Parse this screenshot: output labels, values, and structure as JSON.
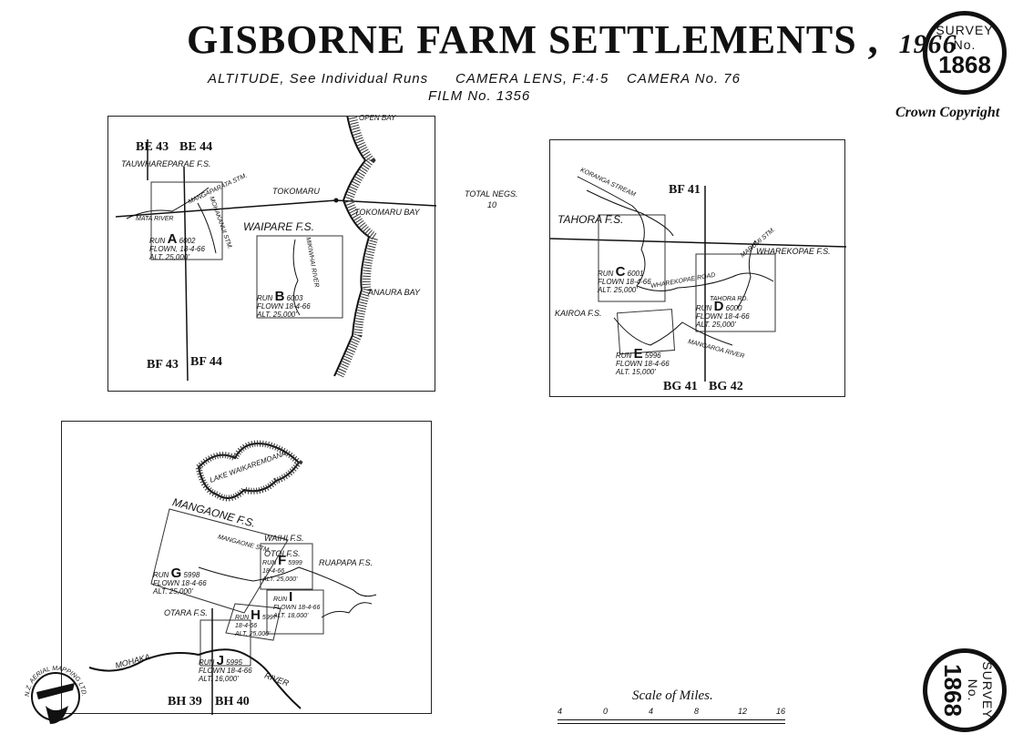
{
  "title": {
    "main": "GISBORNE FARM SETTLEMENTS",
    "comma": ",",
    "year": "1966"
  },
  "subtitle": {
    "altitude": "ALTITUDE, See Individual Runs",
    "camera_lens": "CAMERA LENS, F:4·5",
    "camera_no": "CAMERA No. 76",
    "film": "FILM No. 1356"
  },
  "seal_top": {
    "word1": "SURVEY",
    "word2": "No.",
    "number": "1868"
  },
  "seal_bottom": {
    "word1": "SURVEY",
    "word2": "No.",
    "number": "1868"
  },
  "copyright": "Crown Copyright",
  "total_negs": {
    "label": "TOTAL NEGS.",
    "value": "10"
  },
  "map1": {
    "grid": {
      "tl": "BE 43",
      "tr": "BE 44",
      "bl": "BF 43",
      "br": "BF 44"
    },
    "labels": {
      "tauwhare": "TAUWHAREPARAE F.S.",
      "mangaparata": "MANGAPARATA STM.",
      "matarive": "MATA RIVER",
      "mohakanui": "MOHAKANUI STM.",
      "tokomaru": "TOKOMARU",
      "tokomaru_bay": "TOKOMARU BAY",
      "open_bay": "OPEN BAY",
      "waipare": "WAIPARE F.S.",
      "anaura": "ANAURA BAY",
      "mikiwhai": "MIKIWHAI RIVER"
    },
    "run_a": {
      "run": "RUN",
      "letter": "A",
      "number": "6002",
      "flown": "FLOWN, 18-4-66",
      "alt": "ALT. 25,000'"
    },
    "run_b": {
      "run": "RUN",
      "letter": "B",
      "number": "6003",
      "flown": "FLOWN 18-4-66",
      "alt": "ALT. 25,000'"
    }
  },
  "map2": {
    "grid": {
      "top": "BF 41",
      "bl": "BG 41",
      "br": "BG 42"
    },
    "labels": {
      "koranga": "KORANGA STREAM",
      "tahora": "TAHORA F.S.",
      "wharekopae_road": "WHAREKOPAE ROAD",
      "marumi": "MARUMI STM.",
      "wharekopae": "WHAREKOPAE F.S.",
      "tahora_rd": "TAHORA RD.",
      "kairoa": "KAIROA F.S.",
      "mangaroa": "MANGAROA RIVER"
    },
    "run_c": {
      "run": "RUN",
      "letter": "C",
      "number": "6001",
      "flown": "FLOWN 18-4-66",
      "alt": "ALT. 25,000'"
    },
    "run_d": {
      "run": "RUN",
      "letter": "D",
      "number": "6000",
      "flown": "FLOWN 18-4-66",
      "alt": "ALT. 25,000'"
    },
    "run_e": {
      "run": "RUN",
      "letter": "E",
      "number": "5996",
      "flown": "FLOWN 18-4-66",
      "alt": "ALT. 15,000'"
    }
  },
  "map3": {
    "grid": {
      "bl": "BH 39",
      "br": "BH 40"
    },
    "labels": {
      "lake": "LAKE WAIKAREMOANA",
      "mangaone": "MANGAONE F.S.",
      "waihi": "WAIHI F.S.",
      "mangaone_stm": "MANGAONE STM.",
      "otoi": "OTOI F.S.",
      "ruapapa": "RUAPAPA F.S.",
      "otara": "OTARA F.S.",
      "mohaka": "MOHAKA",
      "river": "RIVER"
    },
    "run_g": {
      "run": "RUN",
      "letter": "G",
      "number": "5998",
      "flown": "FLOWN 18-4-66",
      "alt": "ALT. 25,000'"
    },
    "run_f": {
      "run": "RUN",
      "letter": "F",
      "number": "5999",
      "flown": "18-4-66",
      "alt": "ALT. 25,000'"
    },
    "run_i": {
      "run": "RUN",
      "letter": "I",
      "number": "",
      "flown": "FLOWN 18-4-66",
      "alt": "ALT. 18,000'"
    },
    "run_h": {
      "run": "RUN",
      "letter": "H",
      "number": "5997",
      "flown": "18-4-66",
      "alt": "ALT. 25,000'"
    },
    "run_j": {
      "run": "RUN",
      "letter": "J",
      "number": "5995",
      "flown": "FLOWN 18-4-66",
      "alt": "ALT. 16,000'"
    }
  },
  "scale": {
    "title": "Scale of Miles.",
    "ticks": [
      "4",
      "0",
      "4",
      "8",
      "12",
      "16"
    ]
  },
  "logo": {
    "text": "N.Z. AERIAL MAPPING LTD."
  }
}
